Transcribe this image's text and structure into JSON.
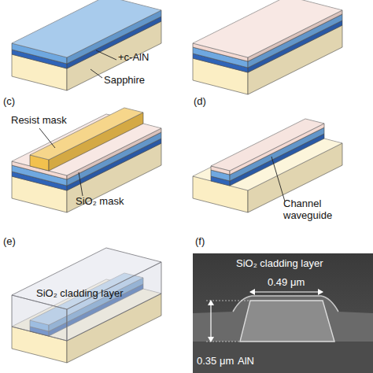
{
  "diagram": {
    "labels": [
      "+c-AlN",
      "Sapphire",
      "(c)",
      "(d)",
      "Resist mask",
      "SiO₂ mask",
      "Channel waveguide",
      "(e)",
      "(f)",
      "SiO₂ cladding layer",
      "SiO₂ cladding layer",
      "0.49 μm",
      "0.35 μm",
      "AlN"
    ]
  }
}
